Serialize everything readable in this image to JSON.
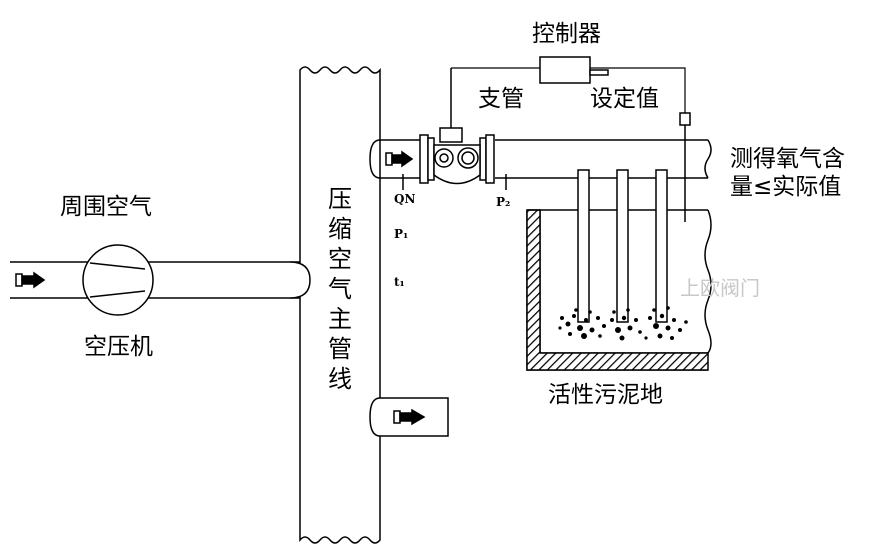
{
  "labels": {
    "controller": "控制器",
    "branch_pipe": "支管",
    "set_value": "设定值",
    "measured_1": "测得氧气含",
    "measured_2": "量≤实际值",
    "ambient_air": "周围空气",
    "compressor": "空压机",
    "main_pipe": "压缩空气主管线",
    "tank": "活性污泥地",
    "qn": "QN",
    "p1": "P₁",
    "p2": "P₂",
    "t1": "t₁",
    "watermark": "上欧阀门"
  },
  "colors": {
    "line": "#000000",
    "watermark": "#c8c8c8",
    "background": "#ffffff"
  }
}
